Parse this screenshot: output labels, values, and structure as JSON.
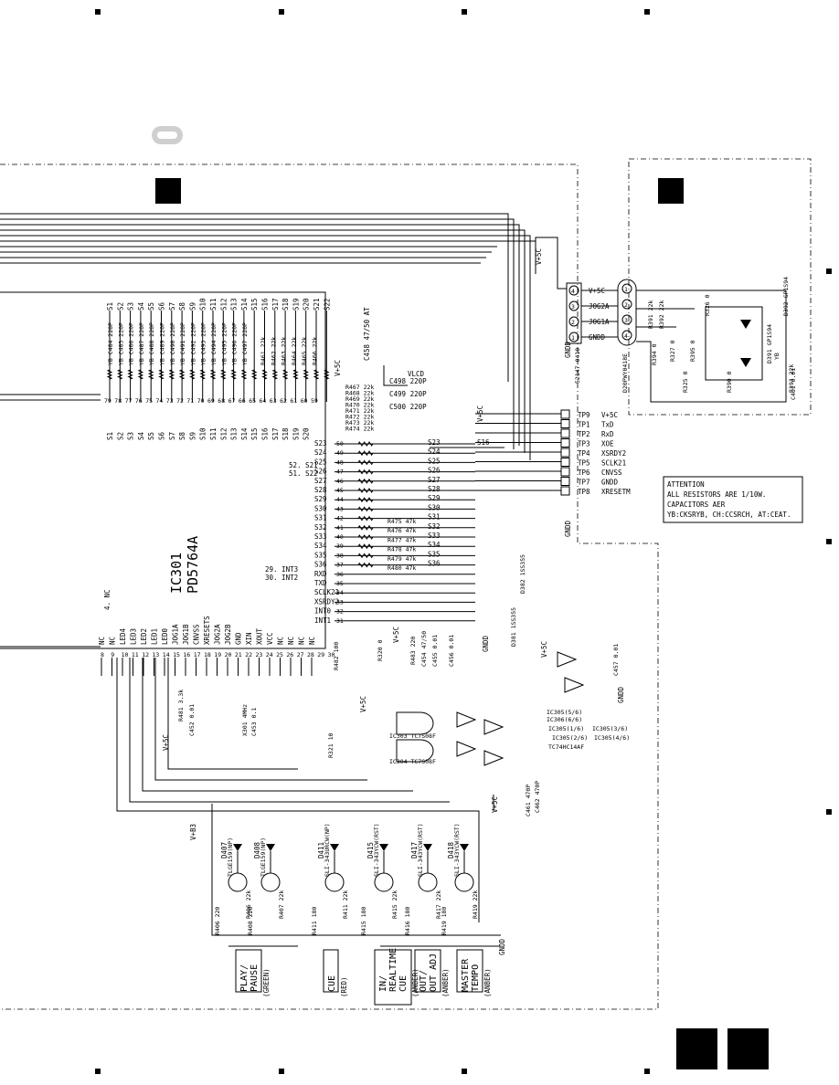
{
  "ic301": {
    "ref": "IC301",
    "part": "PD5764A",
    "top_pins": [
      "S1",
      "S2",
      "S3",
      "S4",
      "S5",
      "S6",
      "S7",
      "S8",
      "S9",
      "S10",
      "S11",
      "S12",
      "S13",
      "S14",
      "S15",
      "S16",
      "S17",
      "S18",
      "S19",
      "S20",
      "S21",
      "S22"
    ],
    "bottom_row_pins": [
      "S1",
      "S2",
      "S3",
      "S4",
      "S5",
      "S6",
      "S7",
      "S8",
      "S9",
      "S10",
      "S11",
      "S12",
      "S13",
      "S14",
      "S15",
      "S16",
      "S17",
      "S18",
      "S19",
      "S20"
    ],
    "top_pin_numbers": [
      "79",
      "78",
      "77",
      "76",
      "75",
      "74",
      "73",
      "72",
      "71",
      "70",
      "69",
      "68",
      "67",
      "66",
      "65",
      "64",
      "63",
      "62",
      "61",
      "60",
      "59"
    ],
    "right_pins": [
      {
        "no": "50",
        "name": "S23"
      },
      {
        "no": "49",
        "name": "S24"
      },
      {
        "no": "48",
        "name": "S25"
      },
      {
        "no": "47",
        "name": "S26"
      },
      {
        "no": "46",
        "name": "S27"
      },
      {
        "no": "45",
        "name": "S28"
      },
      {
        "no": "44",
        "name": "S29"
      },
      {
        "no": "43",
        "name": "S30"
      },
      {
        "no": "42",
        "name": "S31"
      },
      {
        "no": "41",
        "name": "S32"
      },
      {
        "no": "40",
        "name": "S33"
      },
      {
        "no": "39",
        "name": "S34"
      },
      {
        "no": "38",
        "name": "S35"
      },
      {
        "no": "37",
        "name": "S36"
      },
      {
        "no": "36",
        "name": "RXD"
      },
      {
        "no": "35",
        "name": "TXD"
      },
      {
        "no": "34",
        "name": "SCLK21"
      },
      {
        "no": "33",
        "name": "XSRDY2"
      },
      {
        "no": "32",
        "name": "INT0"
      },
      {
        "no": "31",
        "name": "INT1"
      }
    ],
    "bottom_pins": [
      "NC",
      "NC",
      "LED4",
      "LED3",
      "LED2",
      "LED1",
      "LED0",
      "JOG1A",
      "JOG1B",
      "CNVSS",
      "XRESETS",
      "JOG2A",
      "JOG2B",
      "GND",
      "XIN",
      "XOUT",
      "VCC",
      "NC",
      "NC",
      "NC",
      "NC"
    ],
    "bottom_pin_numbers": [
      "8",
      "9",
      "10",
      "11",
      "12",
      "13",
      "14",
      "15",
      "16",
      "17",
      "18",
      "19",
      "20",
      "21",
      "22",
      "23",
      "24",
      "25",
      "26",
      "27",
      "28",
      "29",
      "30"
    ],
    "notes": [
      "52. S21",
      "51. S22",
      "29. INT3",
      "30. INT2",
      "4. NC"
    ]
  },
  "caps_top": [
    "YB C484 220P",
    "YB C485 220P",
    "YB C486 220P",
    "YB C487 220P",
    "YB C488 220P",
    "YB C489 220P",
    "YB C490 220P",
    "YB C491 220P",
    "YB C492 220P",
    "YB C493 220P",
    "YB C494 220P",
    "YB C495 220P",
    "YB C496 220P",
    "YB C497 220P"
  ],
  "res_top": [
    "R461 22k",
    "R462 22k",
    "R463 22k",
    "R464 22k",
    "R465 22k",
    "R466 22k"
  ],
  "res_right": [
    "R467 22k",
    "R468 22k",
    "R469 22k",
    "R470 22k",
    "R471 22k",
    "R472 22k",
    "R473 22k",
    "R474 22k"
  ],
  "caps_right": [
    "C498 220P",
    "C499 220P",
    "C500 220P"
  ],
  "c458": "C458 47/50 AT",
  "vlcd": "VLCD",
  "res_pullup": [
    "R475 47k",
    "R476 47k",
    "R477 47k",
    "R478 47k",
    "R479 47k",
    "R480 47k"
  ],
  "s_out": [
    "S23",
    "S24",
    "S25",
    "S26",
    "S27",
    "S28",
    "S29",
    "S30",
    "S31",
    "S32",
    "S33",
    "S34",
    "S35",
    "S36"
  ],
  "s16": "S16",
  "vplus5c": "V+5C",
  "v5c": "V+5C",
  "gndd": "GNDD",
  "vb3": "V+B3",
  "connector_left": {
    "pins": [
      {
        "no": "4",
        "name": "V+5C"
      },
      {
        "no": "3",
        "name": "JOG2A"
      },
      {
        "no": "2",
        "name": "JOG1A"
      },
      {
        "no": "1",
        "name": "GNDD"
      }
    ],
    "part": "52147-0410"
  },
  "testpoints": [
    {
      "tp": "TP9",
      "name": "V+5C"
    },
    {
      "tp": "TP1",
      "name": "TxD"
    },
    {
      "tp": "TP2",
      "name": "RxD"
    },
    {
      "tp": "TP3",
      "name": "XOE"
    },
    {
      "tp": "TP4",
      "name": "XSRDY2"
    },
    {
      "tp": "TP5",
      "name": "SCLK21"
    },
    {
      "tp": "TP6",
      "name": "CNVSS"
    },
    {
      "tp": "TP7",
      "name": "GNDD"
    },
    {
      "tp": "TP8",
      "name": "XRESETM"
    }
  ],
  "jog_board": {
    "connector": "D20PWY0418E",
    "parts": [
      "R391 22k",
      "R392 22k",
      "R394 0",
      "R327 0",
      "R395 0",
      "R326 0",
      "R325 0",
      "R390 0",
      "R393 22k",
      "C401 0.01",
      "D392 GP1S94",
      "D391 GP1S94",
      "YB"
    ],
    "pins": [
      "1",
      "2",
      "3",
      "4"
    ]
  },
  "attention": [
    "ATTENTION",
    "ALL RESISTORS ARE 1/10W.",
    "CAPACITORS AER",
    "YB:CKSRYB, CH:CCSRCH, AT:CEAT."
  ],
  "misc": [
    "R482 100",
    "R320 0",
    "R483 220",
    "C454 47/50",
    "C455 0.01",
    "C456 0.01",
    "D381 1SS355",
    "D382 1SS355",
    "R481 3.3k",
    "C452 0.01",
    "X301 4MHz",
    "C453 0.1",
    "R321 10",
    "IC303 TC7S08F",
    "IC304 TC7S08F",
    "C457 0.01",
    "C461 470P",
    "C462 470P",
    "IC305(5/6)",
    "IC306(6/6)",
    "IC305(1/6)",
    "IC305(3/6)",
    "IC305(2/6)",
    "IC305(4/6)",
    "TC74HC14AF"
  ],
  "leds": [
    {
      "d": "D407",
      "part": "TLGE159(NP)",
      "r": "R406 220",
      "rb": "R406 22k"
    },
    {
      "d": "D408",
      "part": "TLGE159(NP)",
      "r": "R408 220",
      "rb": "R407 22k"
    },
    {
      "d": "D411",
      "part": "SLI-343URCW(NP)",
      "r": "R411 180",
      "rb": "R411 22k"
    },
    {
      "d": "D415",
      "part": "SLI-343YCW(RST)",
      "r": "R415 180",
      "rb": "R415 22k"
    },
    {
      "d": "D417",
      "part": "SLI-343YCW(RST)",
      "r": "R416 180",
      "rb": "R417 22k"
    },
    {
      "d": "D418",
      "part": "SLI-343YCW(RST)",
      "r": "R419 180",
      "rb": "R419 22k"
    }
  ],
  "led_labels": [
    {
      "title": "PLAY/\nPAUSE",
      "color": "(GREEN)"
    },
    {
      "title": "CUE",
      "color": "(RED)"
    },
    {
      "title": "IN/\nREALTIME\nCUE",
      "color": "(ANBER)"
    },
    {
      "title": "OUT/\nOUT ADJ",
      "color": "(ANBER)"
    },
    {
      "title": "MASTER\nTEMPO",
      "color": "(ANBER)"
    }
  ]
}
